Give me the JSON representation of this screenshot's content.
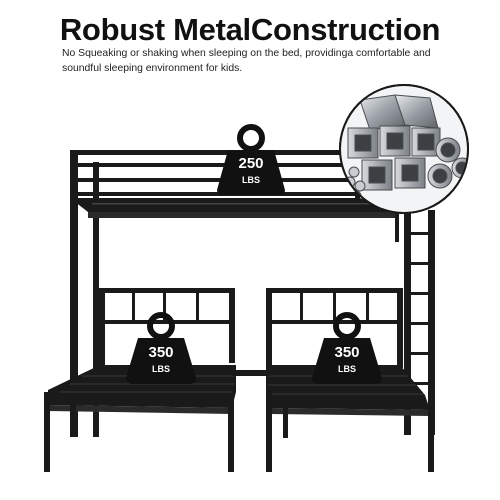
{
  "header": {
    "title": "Robust MetalConstruction",
    "subtitle": "No Squeaking or shaking when sleeping on the bed, providinga comfortable and soundful sleeping environment for kids."
  },
  "weights": {
    "top": {
      "value": "250",
      "unit": "LBS"
    },
    "bottom_left": {
      "value": "350",
      "unit": "LBS"
    },
    "bottom_right": {
      "value": "350",
      "unit": "LBS"
    }
  },
  "colors": {
    "frame": "#1a1a1a",
    "weight": "#111111",
    "steel": "#b8bcc2",
    "background": "#ffffff"
  },
  "icons": {
    "weight": "kettlebell-weight-icon",
    "material": "steel-tubes-icon"
  }
}
